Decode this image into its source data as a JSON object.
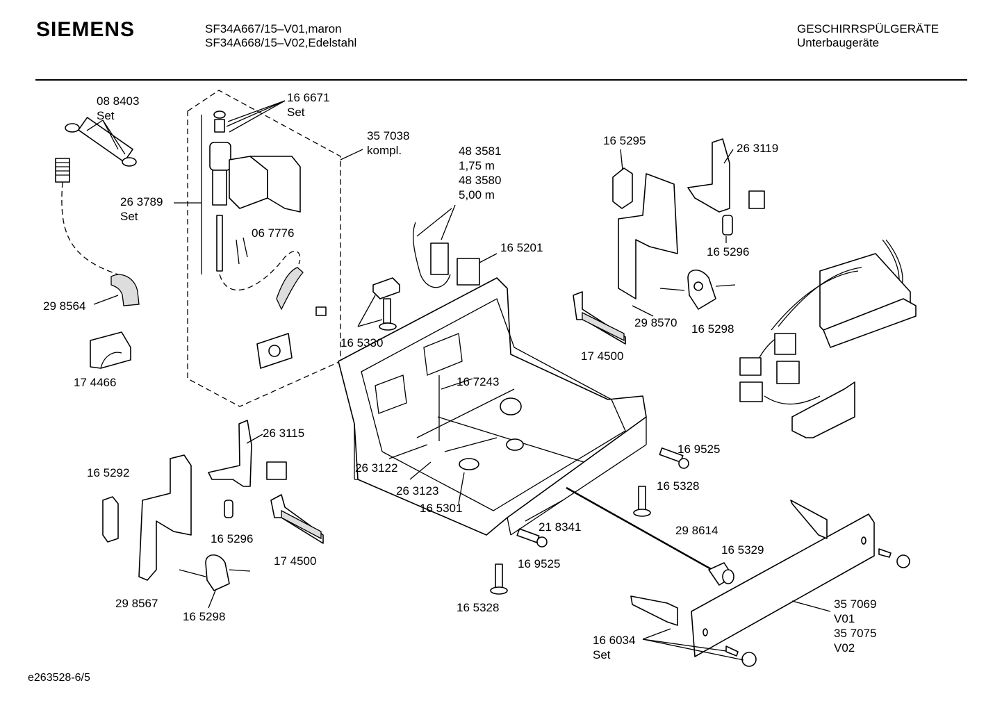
{
  "header": {
    "brand": "SIEMENS",
    "model_line_1": "SF34A667/15–V01,maron",
    "model_line_2": "SF34A668/15–V02,Edelstahl",
    "category": "GESCHIRRSPÜLGERÄTE",
    "subcategory": "Unterbaugeräte"
  },
  "footer": {
    "drawing_id": "e263528-6/5"
  },
  "parts": {
    "p088403": {
      "num": "08 8403",
      "note": "Set"
    },
    "p166671": {
      "num": "16 6671",
      "note": "Set"
    },
    "p357038": {
      "num": "35 7038",
      "note": "kompl."
    },
    "p263789": {
      "num": "26 3789",
      "note": "Set"
    },
    "p067776": {
      "num": "06 7776"
    },
    "p298564": {
      "num": "29 8564"
    },
    "p174466": {
      "num": "17 4466"
    },
    "p483581": {
      "num": "48 3581",
      "note": "1,75 m"
    },
    "p483580": {
      "num": "48 3580",
      "note": "5,00 m"
    },
    "p165201": {
      "num": "16 5201"
    },
    "p165330": {
      "num": "16 5330"
    },
    "p165295": {
      "num": "16 5295"
    },
    "p263119": {
      "num": "26 3119"
    },
    "p165296a": {
      "num": "16 5296"
    },
    "p298570": {
      "num": "29 8570"
    },
    "p165298a": {
      "num": "16 5298"
    },
    "p174500a": {
      "num": "17 4500"
    },
    "p167243": {
      "num": "16 7243"
    },
    "p263115": {
      "num": "26 3115"
    },
    "p165292": {
      "num": "16 5292"
    },
    "p165296b": {
      "num": "16 5296"
    },
    "p174500b": {
      "num": "17 4500"
    },
    "p298567": {
      "num": "29 8567"
    },
    "p165298b": {
      "num": "16 5298"
    },
    "p263122": {
      "num": "26 3122"
    },
    "p263123": {
      "num": "26 3123"
    },
    "p165301": {
      "num": "16 5301"
    },
    "p218341": {
      "num": "21 8341"
    },
    "p169525a": {
      "num": "16 9525"
    },
    "p165328a": {
      "num": "16 5328"
    },
    "p298614": {
      "num": "29 8614"
    },
    "p165329": {
      "num": "16 5329"
    },
    "p169525b": {
      "num": "16 9525"
    },
    "p165328b": {
      "num": "16 5328"
    },
    "p357069": {
      "num": "35 7069",
      "note": "V01"
    },
    "p357075": {
      "num": "35 7075",
      "note": "V02"
    },
    "p166034": {
      "num": "16 6034",
      "note": "Set"
    }
  }
}
